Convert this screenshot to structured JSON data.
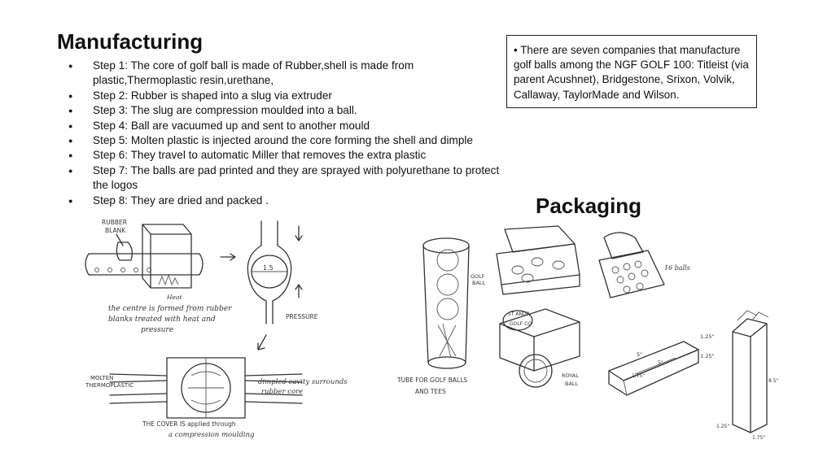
{
  "manufacturing": {
    "title": "Manufacturing",
    "steps": [
      "Step 1: The core of golf ball is made of Rubber,shell is made from plastic,Thermoplastic resin,urethane,",
      "Step 2: Rubber is shaped into a slug via extruder",
      "Step 3: The slug are compression moulded into a ball.",
      "Step 4: Ball are vacuumed up and sent to another mould",
      "Step 5: Molten plastic is injected around the core forming the shell and dimple",
      "Step 6: They travel to automatic Miller that removes the extra plastic",
      "Step 7: The balls are pad printed and they are sprayed with polyurethane to protect the logos",
      "Step 8: They are dried and packed ."
    ]
  },
  "infobox": {
    "text": "There are seven companies that manufacture golf balls among the NGF GOLF 100: Titleist (via parent Acushnet), Bridgestone, Srixon, Volvik, Callaway, TaylorMade and Wilson."
  },
  "packaging": {
    "title": "Packaging"
  },
  "sketch_mfg": {
    "rubber_blank_1": "RUBBER",
    "rubber_blank_2": "BLANK",
    "heat": "Heat",
    "core_caption_1": "the centre is formed from rubber",
    "core_caption_2": "blanks treated with heat and",
    "core_caption_3": "pressure",
    "size_label": "1.5",
    "pressure": "PRESSURE",
    "molten_1": "MOLTEN",
    "molten_2": "THERMOPLASTIC",
    "cavity_1": "dimpled cavity surrounds",
    "cavity_2": "rubber core",
    "cover_1": "THE COVER IS applied through",
    "cover_2": "a compression moulding"
  },
  "sketch_pkg": {
    "golf_ball_1": "GOLF",
    "golf_ball_2": "BALL",
    "tube_1": "TUBE FOR GOLF BALLS",
    "tube_2": "AND TEES",
    "sixteen_balls": "16 balls",
    "st_andrews_1": "ST ANDR",
    "st_andrews_2": "GOLF CO",
    "royal_1": "ROYAL",
    "royal_2": "BALL",
    "dim_5": "5\"",
    "dim_125a": "1.25\"",
    "dim_125b": "1.25\"",
    "dim_5b": "5\"",
    "dim_175": "1.75\"",
    "dim_85": "8.5\"",
    "dim_125c": "1.25\"",
    "dim_175b": "1.75\""
  }
}
